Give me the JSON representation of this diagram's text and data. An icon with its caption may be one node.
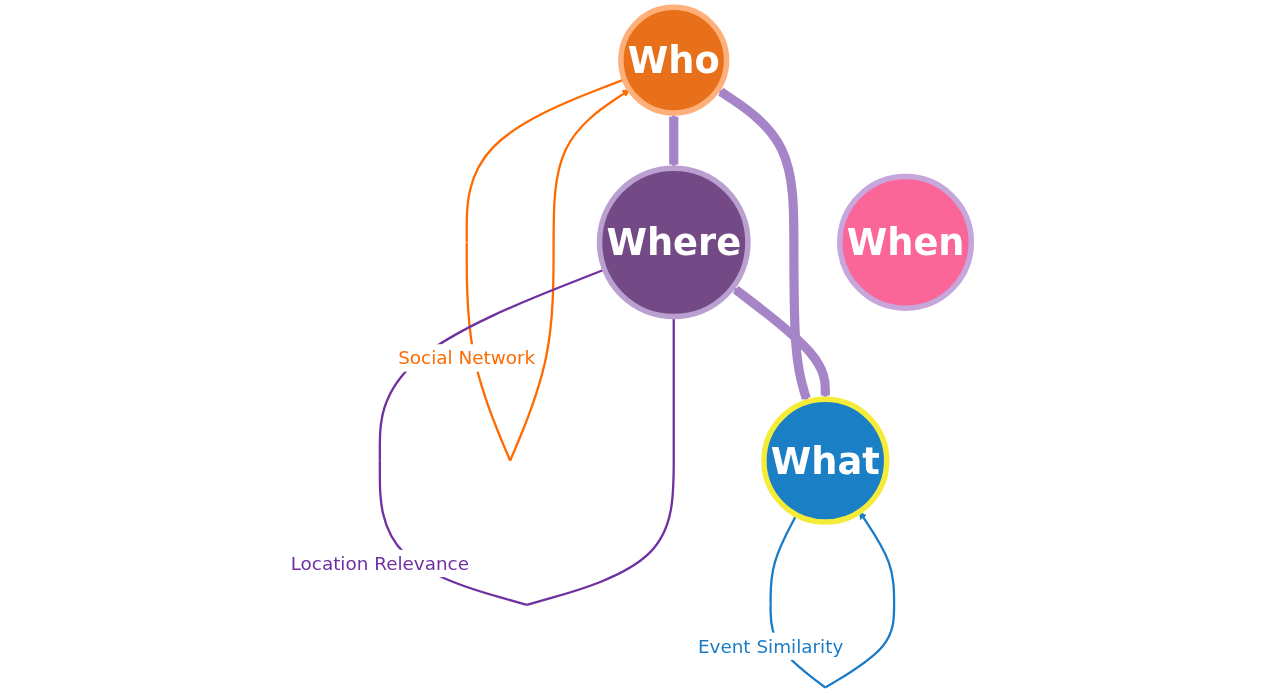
{
  "diagram": {
    "nodes": [
      {
        "text": [
          "Who"
        ]
      },
      {
        "text": [
          "Where"
        ]
      },
      {
        "text": [
          "When"
        ]
      },
      {
        "text": [
          "What"
        ]
      }
    ],
    "edges": [
      {
        "from": 0,
        "to": 1,
        "arrow": "both",
        "style": "thick"
      },
      {
        "from": 0,
        "to": 3,
        "arrow": "both",
        "style": "thick"
      },
      {
        "from": 1,
        "to": 3,
        "arrow": "both",
        "style": "thick"
      },
      {
        "from": 0,
        "to": 0,
        "arrow": "to",
        "label": "Social Network",
        "color": "#ff6a00"
      },
      {
        "from": 1,
        "to": 1,
        "arrow": "none",
        "label": "Location Relevance",
        "color": "#7030a0"
      },
      {
        "from": 3,
        "to": 3,
        "arrow": "to",
        "label": "Event Similarity",
        "color": "#1a7cc8"
      }
    ]
  }
}
